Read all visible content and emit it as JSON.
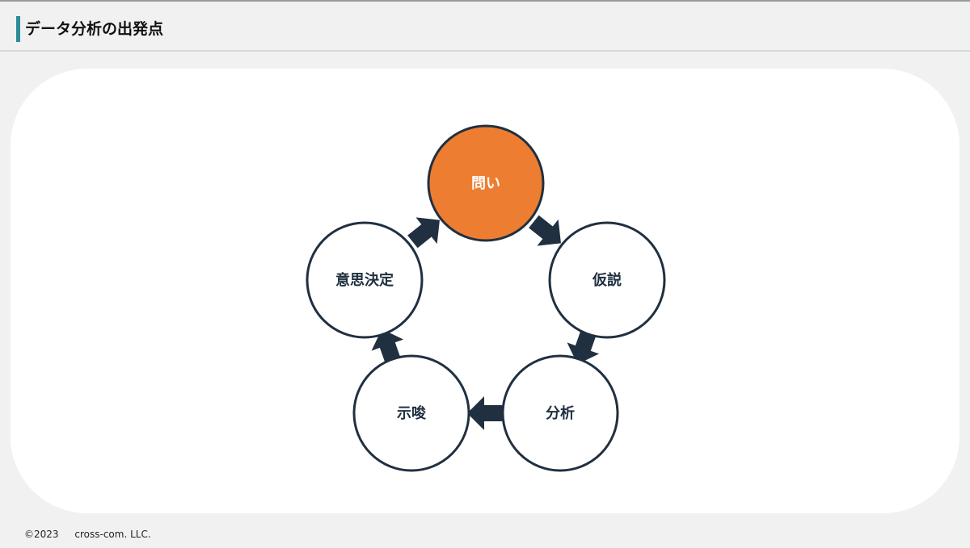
{
  "header": {
    "title": "データ分析の出発点"
  },
  "cycle": {
    "nodes": [
      {
        "label": "問い",
        "highlight": true
      },
      {
        "label": "仮説",
        "highlight": false
      },
      {
        "label": "分析",
        "highlight": false
      },
      {
        "label": "示唆",
        "highlight": false
      },
      {
        "label": "意思決定",
        "highlight": false
      }
    ]
  },
  "colors": {
    "highlight": "#ed7d31",
    "dark": "#203040",
    "accent": "#2e8b99"
  },
  "footer": {
    "copyright": "©2023",
    "company": "cross-com. LLC."
  }
}
